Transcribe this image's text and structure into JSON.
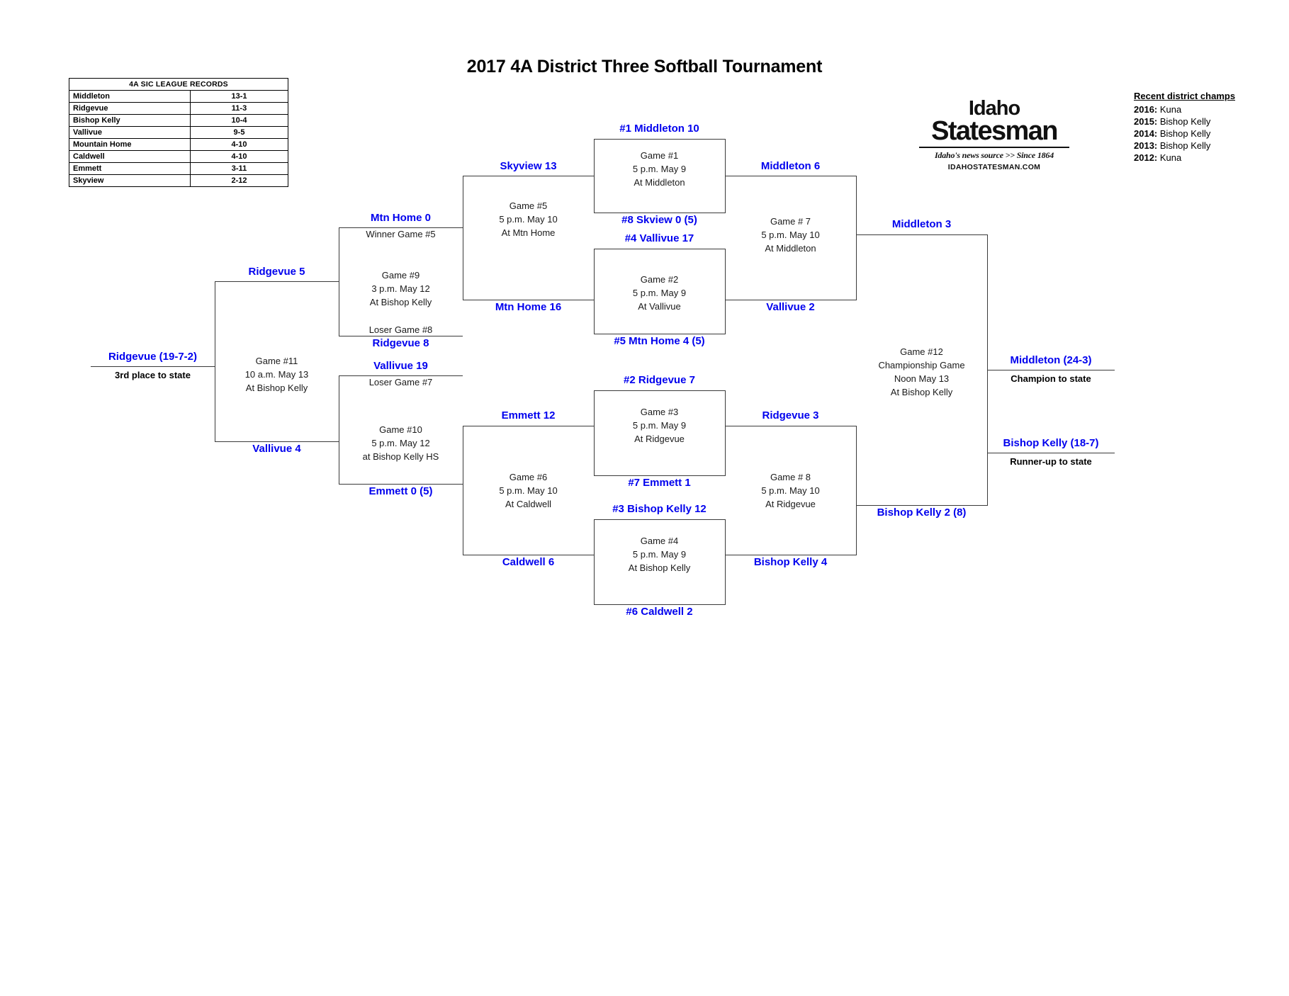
{
  "title": "2017 4A District Three Softball Tournament",
  "records_table": {
    "header": "4A SIC LEAGUE RECORDS",
    "rows": [
      {
        "team": "Middleton",
        "record": "13-1"
      },
      {
        "team": "Ridgevue",
        "record": "11-3"
      },
      {
        "team": "Bishop Kelly",
        "record": "10-4"
      },
      {
        "team": "Vallivue",
        "record": "9-5"
      },
      {
        "team": "Mountain Home",
        "record": "4-10"
      },
      {
        "team": "Caldwell",
        "record": "4-10"
      },
      {
        "team": "Emmett",
        "record": "3-11"
      },
      {
        "team": "Skyview",
        "record": "2-12"
      }
    ]
  },
  "logo": {
    "line1": "Idaho",
    "line2": "Statesman",
    "tagline": "Idaho's news source >> Since 1864",
    "url": "IDAHOSTATESMAN.COM"
  },
  "recent_champs": {
    "heading": "Recent district champs",
    "items": [
      {
        "year": "2016:",
        "team": " Kuna"
      },
      {
        "year": "2015:",
        "team": " Bishop Kelly"
      },
      {
        "year": "2014:",
        "team": " Bishop Kelly"
      },
      {
        "year": "2013:",
        "team": " Bishop Kelly"
      },
      {
        "year": "2012:",
        "team": " Kuna"
      }
    ]
  },
  "teams": {
    "r1_g1_top": "#1 Middleton 10",
    "r1_g1_bot": "#8 Skview 0 (5)",
    "r1_g2_top": "#4 Vallivue 17",
    "r1_g2_bot": "#5 Mtn Home 4 (5)",
    "r1_g3_top": "#2 Ridgevue 7",
    "r1_g3_bot": "#7 Emmett 1",
    "r1_g4_top": "#3 Bishop Kelly 12",
    "r1_g4_bot": "#6 Caldwell 2",
    "g7_top": "Middleton 6",
    "g7_bot": "Vallivue 2",
    "g8_top": "Ridgevue 3",
    "g8_bot": "Bishop Kelly 4",
    "g5_top": "Skyview 13",
    "g5_bot": "Mtn Home 16",
    "g6_top": "Emmett 12",
    "g6_bot": "Caldwell 6",
    "g9_top": "Mtn Home 0",
    "g9_bot": "Ridgevue 8",
    "g10_top": "Vallivue 19",
    "g10_bot": "Emmett 0 (5)",
    "g11_top": "Ridgevue 5",
    "g11_bot": "Vallivue 4",
    "g12_top": "Middleton 3",
    "g12_bot": "Bishop Kelly 2 (8)",
    "champion": "Middleton (24-3)",
    "runnerup": "Bishop Kelly (18-7)",
    "third": "Ridgevue (19-7-2)"
  },
  "games": {
    "g1": {
      "num": "Game #1",
      "time": "5 p.m. May 9",
      "site": "At Middleton"
    },
    "g2": {
      "num": "Game #2",
      "time": "5 p.m. May 9",
      "site": "At Vallivue"
    },
    "g3": {
      "num": "Game #3",
      "time": "5 p.m. May 9",
      "site": "At Ridgevue"
    },
    "g4": {
      "num": "Game #4",
      "time": "5 p.m. May 9",
      "site": "At Bishop Kelly"
    },
    "g5": {
      "num": "Game #5",
      "time": "5 p.m. May 10",
      "site": "At Mtn Home"
    },
    "g6": {
      "num": "Game #6",
      "time": "5 p.m. May 10",
      "site": "At Caldwell"
    },
    "g7": {
      "num": "Game # 7",
      "time": "5 p.m. May 10",
      "site": "At Middleton"
    },
    "g8": {
      "num": "Game # 8",
      "time": "5 p.m. May 10",
      "site": "At Ridgevue"
    },
    "g9": {
      "num": "Game #9",
      "time": "3 p.m. May 12",
      "site": "At Bishop Kelly",
      "feed_top": "Winner Game #5",
      "feed_bot": "Loser Game #8"
    },
    "g10": {
      "num": "Game #10",
      "time": "5 p.m. May 12",
      "site": "at Bishop Kelly HS",
      "feed_top": "Loser Game #7"
    },
    "g11": {
      "num": "Game #11",
      "time": "10 a.m. May 13",
      "site": "At Bishop Kelly"
    },
    "g12": {
      "num": "Game #12",
      "label": "Championship Game",
      "time": "Noon May 13",
      "site": "At Bishop Kelly"
    }
  },
  "outcomes": {
    "champion_note": "Champion to state",
    "runnerup_note": "Runner-up to state",
    "third_note": "3rd place to state"
  },
  "colors": {
    "team_blue": "#0000ee",
    "line": "#3a3a3a",
    "text": "#000000"
  }
}
